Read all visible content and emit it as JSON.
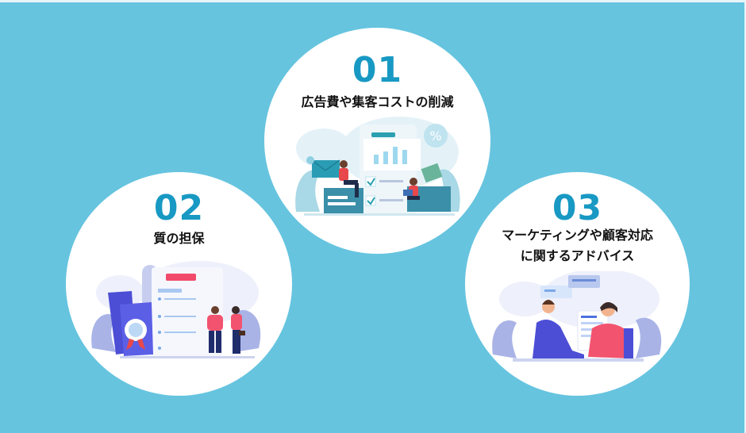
{
  "colors": {
    "background": "#66c4df",
    "circle": "#ffffff",
    "number": "#1899c3",
    "title": "#111111"
  },
  "items": [
    {
      "number": "01",
      "title_lines": [
        "広告費や集客コストの削減"
      ],
      "illustration": "analytics-chart-with-people-and-money"
    },
    {
      "number": "02",
      "title_lines": [
        "質の担保"
      ],
      "illustration": "certificate-handshake"
    },
    {
      "number": "03",
      "title_lines": [
        "マーケティングや顧客対応",
        "に関するアドバイス"
      ],
      "illustration": "consultation-meeting"
    }
  ]
}
